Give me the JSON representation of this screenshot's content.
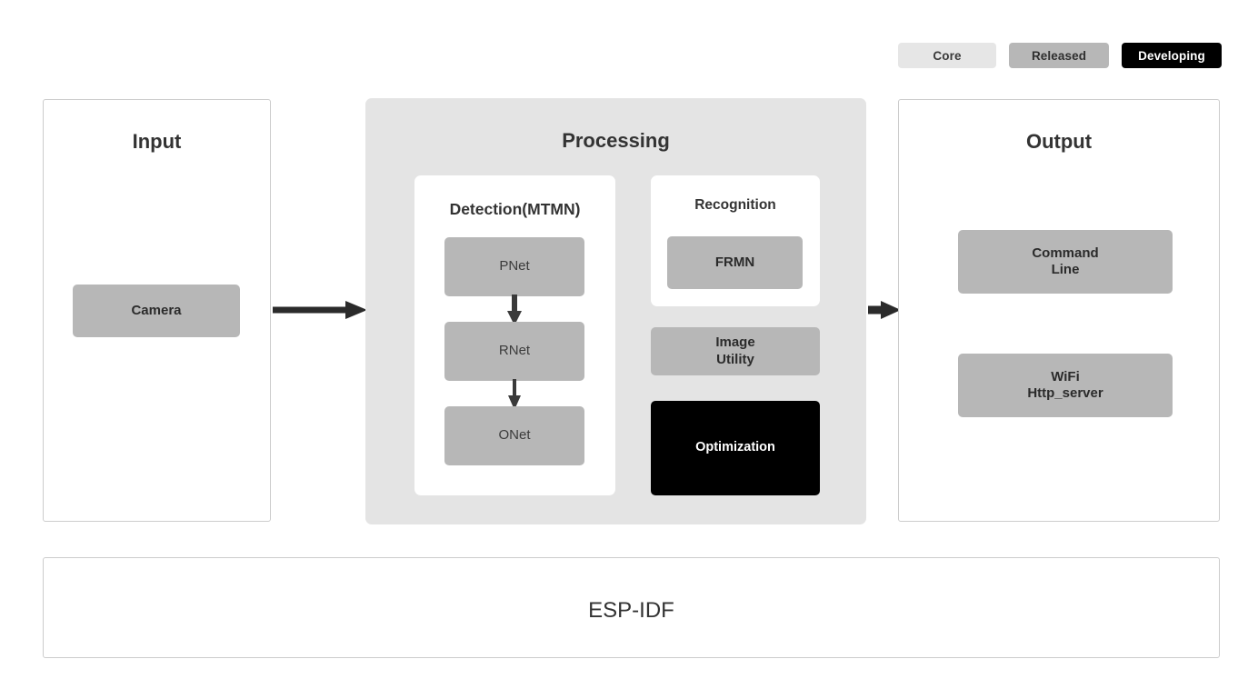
{
  "legend": {
    "items": [
      {
        "id": "core",
        "label": "Core",
        "color": "#e6e6e6",
        "text_color": "#3a3a3a"
      },
      {
        "id": "released",
        "label": "Released",
        "color": "#b7b7b7",
        "text_color": "#2f2f2f"
      },
      {
        "id": "developing",
        "label": "Developing",
        "color": "#000000",
        "text_color": "#ffffff"
      }
    ]
  },
  "panels": {
    "input": {
      "title": "Input",
      "nodes": [
        {
          "id": "camera",
          "label": "Camera",
          "category": "released"
        }
      ]
    },
    "processing": {
      "title": "Processing",
      "cards": {
        "detection": {
          "title": "Detection(MTMN)",
          "nodes": [
            {
              "id": "pnet",
              "label": "PNet",
              "category": "released"
            },
            {
              "id": "rnet",
              "label": "RNet",
              "category": "released"
            },
            {
              "id": "onet",
              "label": "ONet",
              "category": "released"
            }
          ]
        },
        "recognition": {
          "title": "Recognition",
          "nodes": [
            {
              "id": "frmn",
              "label": "FRMN",
              "category": "released"
            }
          ]
        }
      },
      "nodes": [
        {
          "id": "image_utility",
          "label": "Image\nUtility",
          "category": "released"
        },
        {
          "id": "optimization",
          "label": "Optimization",
          "category": "developing"
        }
      ]
    },
    "output": {
      "title": "Output",
      "nodes": [
        {
          "id": "command_line",
          "label": "Command\nLine",
          "category": "released"
        },
        {
          "id": "wifi_http",
          "label": "WiFi\nHttp_server",
          "category": "released"
        }
      ]
    },
    "espidf": {
      "title": "ESP-IDF"
    }
  },
  "arrows": {
    "input_to_processing": {
      "direction": "right",
      "color": "#2b2b2b"
    },
    "processing_to_output": {
      "direction": "right",
      "color": "#2b2b2b"
    },
    "pnet_to_rnet": {
      "direction": "down",
      "color": "#3a3a3a"
    },
    "rnet_to_onet": {
      "direction": "down",
      "color": "#3a3a3a"
    }
  },
  "colors": {
    "background": "#ffffff",
    "panel_border": "#cccccc",
    "processing_fill": "#e4e4e4",
    "core_gray": "#e6e6e6",
    "released_gray": "#b7b7b7",
    "developing_black": "#000000",
    "text_dark": "#333333"
  }
}
